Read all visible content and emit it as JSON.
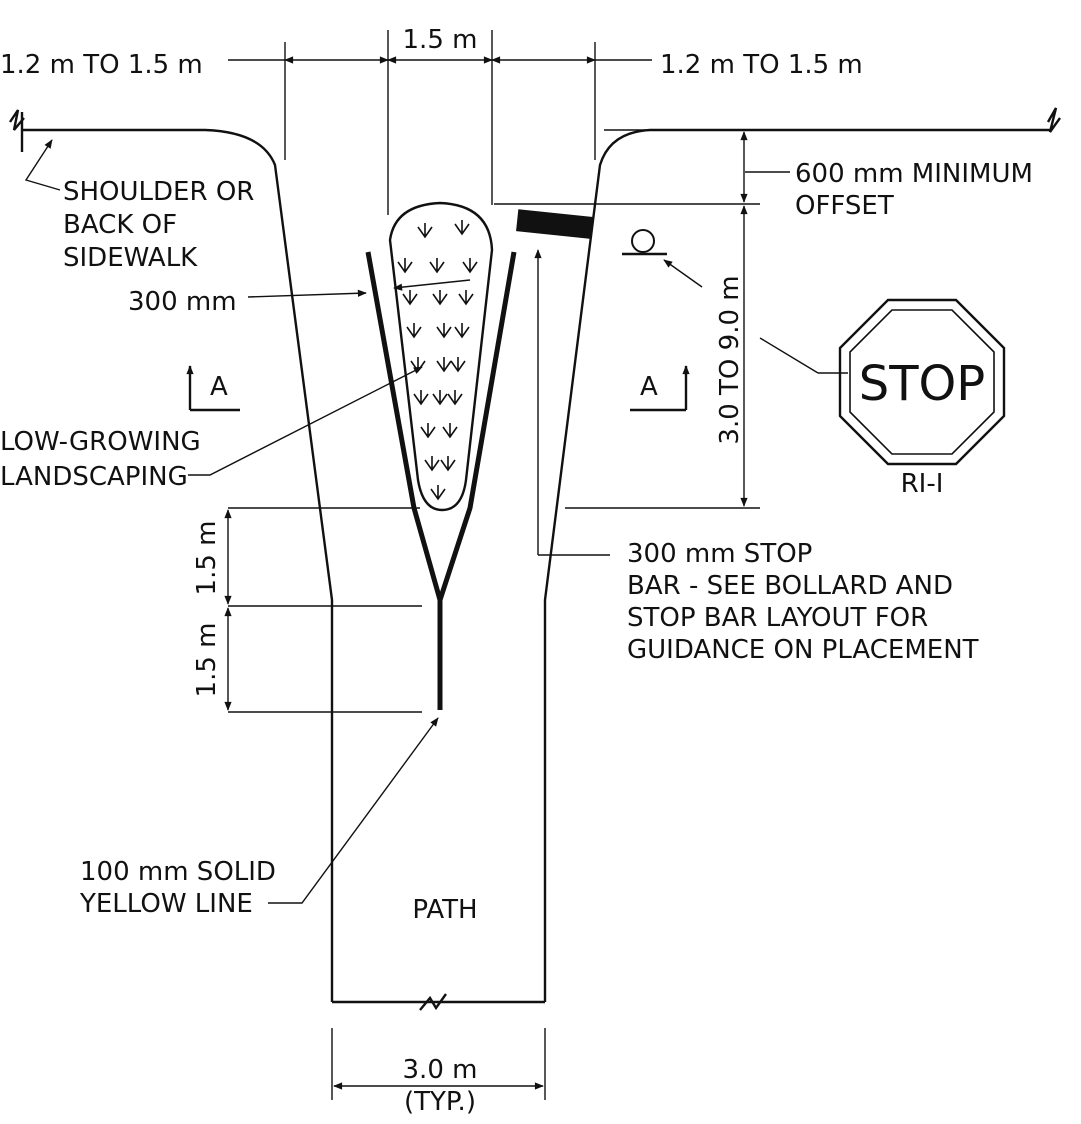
{
  "labels": {
    "dim_left_offset": "1.2 m TO 1.5 m",
    "dim_center_width": "1.5 m",
    "dim_right_offset": "1.2 m TO 1.5 m",
    "shoulder_line1": "SHOULDER OR",
    "shoulder_line2": "BACK OF",
    "shoulder_line3": "SIDEWALK",
    "dim_300mm": "300 mm",
    "section_left": "A",
    "section_right": "A",
    "landscaping_line1": "LOW-GROWING",
    "landscaping_line2": "LANDSCAPING",
    "min_offset_line1": "600 mm MINIMUM",
    "min_offset_line2": "OFFSET",
    "dim_vertical_right": "3.0 TO 9.0 m",
    "sign_text": "STOP",
    "sign_code": "RI-I",
    "stop_bar_line1": "300 mm STOP",
    "stop_bar_line2": "BAR - SEE BOLLARD AND",
    "stop_bar_line3": "STOP BAR LAYOUT FOR",
    "stop_bar_line4": "GUIDANCE ON PLACEMENT",
    "dim_upper_1_5": "1.5 m",
    "dim_lower_1_5": "1.5 m",
    "yellow_line1": "100 mm SOLID",
    "yellow_line2": "YELLOW LINE",
    "path": "PATH",
    "dim_path_width": "3.0 m",
    "dim_path_typ": "(TYP.)"
  },
  "icons": {
    "stop_sign": "octagon-stop-sign-icon",
    "bollard": "bollard-circle-icon",
    "landscaping": "arrow-down-symbol-icon",
    "break_line": "break-line-icon"
  },
  "colors": {
    "ink": "#111111",
    "background": "#ffffff"
  }
}
